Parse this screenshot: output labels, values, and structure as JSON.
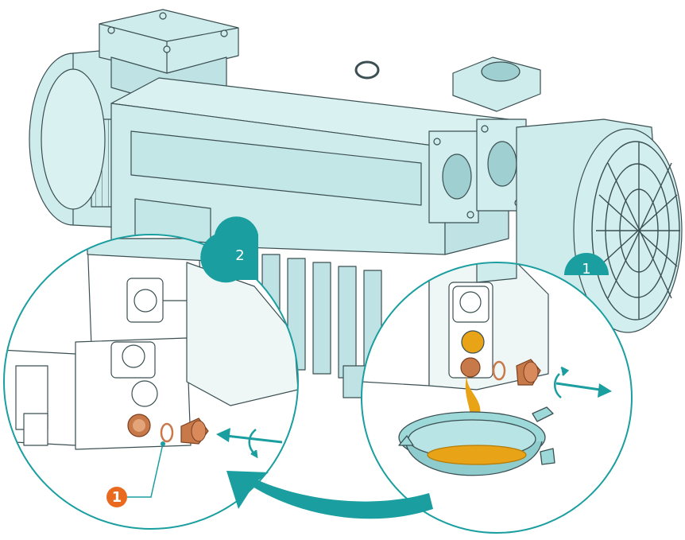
{
  "colors": {
    "teal": "#1a9ea0",
    "body": "#cfecec",
    "body_dark": "#a9d7d8",
    "outline": "#3b4f52",
    "oil": "#e8a317",
    "copper": "#c8794a",
    "callout": "#e96a1f",
    "tray": "#9ed9da"
  },
  "steps": {
    "step1": {
      "label": "1"
    },
    "step2": {
      "label": "2"
    }
  },
  "callout": {
    "label": "1"
  },
  "icons": [
    "rotate-ccw-icon",
    "rotate-cw-icon",
    "arrow-out-icon",
    "arrow-in-icon",
    "curved-arrow-icon"
  ]
}
